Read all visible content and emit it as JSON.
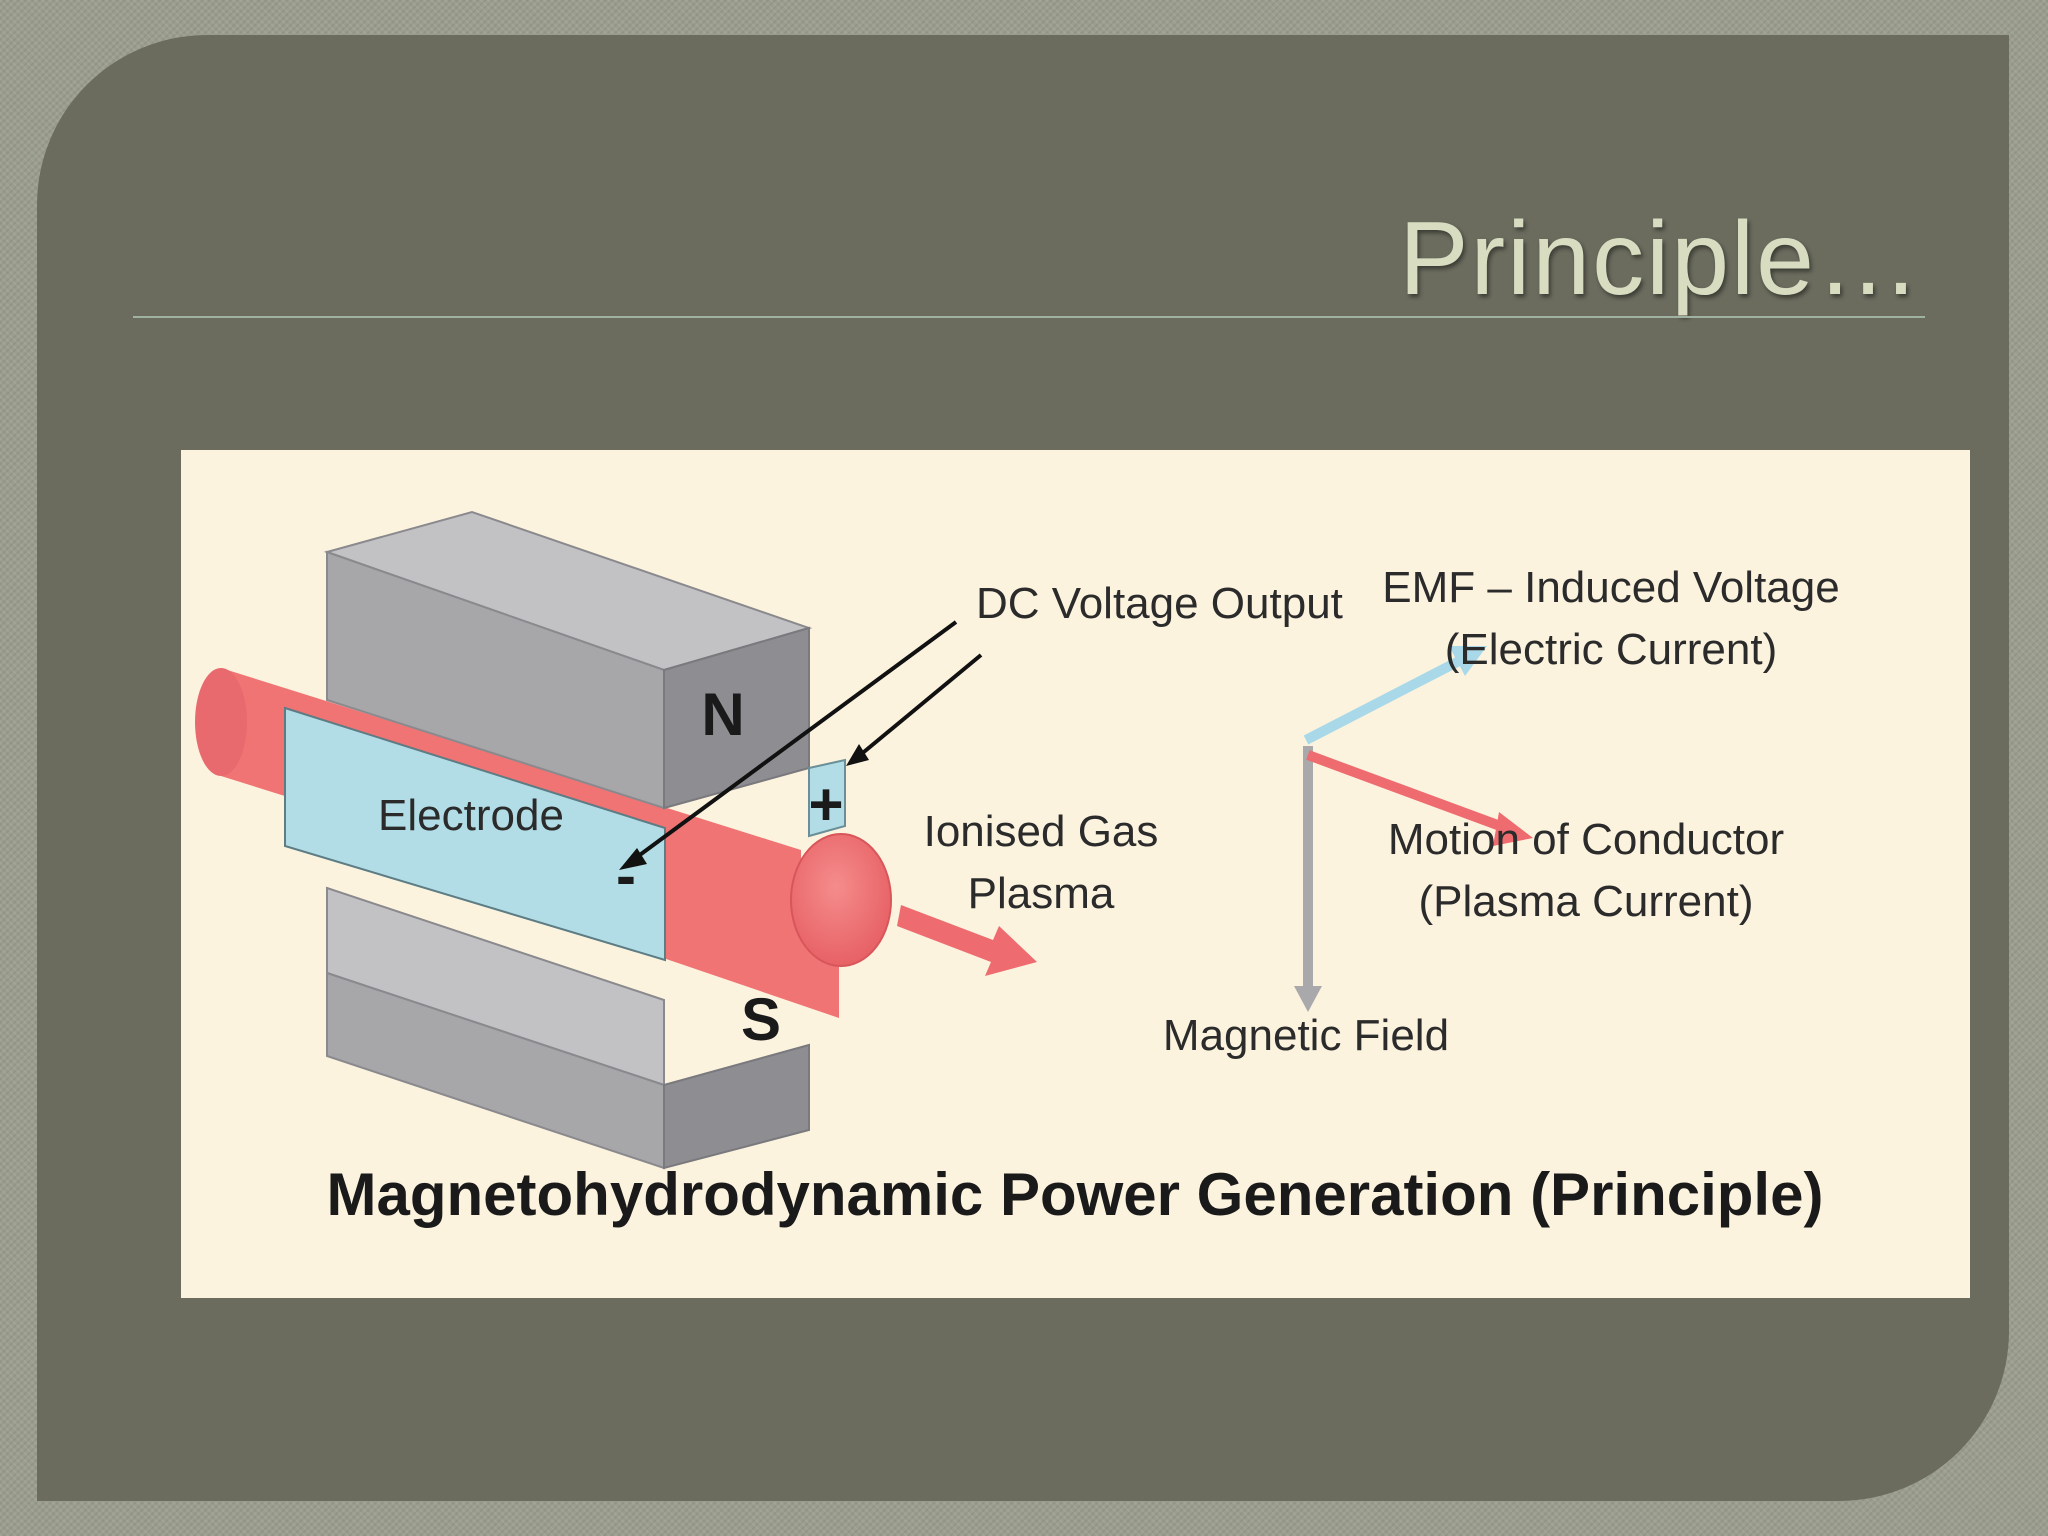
{
  "slide": {
    "title": "Principle…"
  },
  "diagram": {
    "pole_north": "N",
    "pole_south": "S",
    "electrode_label": "Electrode",
    "plus_sign": "+",
    "minus_sign": "-",
    "dc_output_label": "DC Voltage Output",
    "plasma_label_line1": "Ionised Gas",
    "plasma_label_line2": "Plasma",
    "emf_line1": "EMF – Induced Voltage",
    "emf_line2": "(Electric Current)",
    "motion_line1": "Motion of Conductor",
    "motion_line2": "(Plasma Current)",
    "field_label": "Magnetic Field",
    "caption": "Magnetohydrodynamic Power Generation (Principle)",
    "colors": {
      "magnet_front": "#a7a7aa",
      "magnet_top": "#c2c2c5",
      "magnet_side": "#8e8e92",
      "plasma": "#f07474",
      "electrode": "#b2dde6",
      "emf_arrow": "#a9d9e8",
      "motion_arrow": "#ee6b6f",
      "field_arrow": "#a9a9ac",
      "figure_bg": "#fcf3df"
    }
  }
}
